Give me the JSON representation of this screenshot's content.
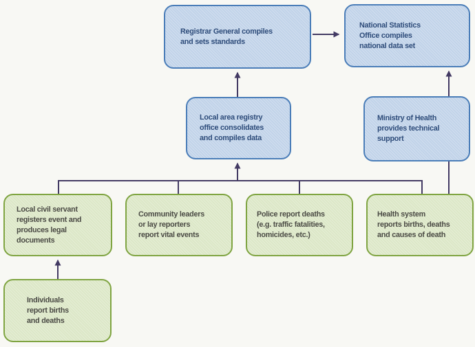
{
  "diagram": {
    "nodes": {
      "registrar_general": {
        "category": "blue",
        "lines": [
          "Registrar General compiles",
          "and sets standards"
        ]
      },
      "national_statistics_office": {
        "category": "blue",
        "lines": [
          "National Statistics",
          "Office compiles",
          "national data set"
        ]
      },
      "local_area_registry": {
        "category": "blue",
        "lines": [
          "Local area registry",
          "office consolidates",
          "and compiles data"
        ]
      },
      "ministry_of_health": {
        "category": "blue",
        "lines": [
          "Ministry of Health",
          "provides technical",
          "support"
        ]
      },
      "local_civil_servant": {
        "category": "green",
        "lines": [
          "Local civil servant",
          "registers event and",
          "produces legal",
          "documents"
        ]
      },
      "community_leaders": {
        "category": "green",
        "lines": [
          "Community leaders",
          "or lay reporters",
          "report vital events"
        ]
      },
      "police": {
        "category": "green",
        "lines": [
          "Police report deaths",
          "(e.g. traffic fatalities,",
          "homicides, etc.)"
        ]
      },
      "health_system": {
        "category": "green",
        "lines": [
          "Health system",
          "reports births, deaths",
          "and causes of death"
        ]
      },
      "individuals": {
        "category": "green",
        "lines": [
          "Individuals",
          "report births",
          "and deaths"
        ]
      }
    },
    "edges": [
      {
        "from": "registrar_general",
        "to": "national_statistics_office",
        "style": "arrow"
      },
      {
        "from": "local_area_registry",
        "to": "registrar_general",
        "style": "arrow"
      },
      {
        "from": "ministry_of_health",
        "to": "national_statistics_office",
        "style": "arrow"
      },
      {
        "from": "ministry_of_health",
        "to": "health_system",
        "style": "line"
      },
      {
        "from": "local_civil_servant",
        "to": "local_area_registry",
        "style": "bus-arrow"
      },
      {
        "from": "community_leaders",
        "to": "local_area_registry",
        "style": "bus-arrow"
      },
      {
        "from": "police",
        "to": "local_area_registry",
        "style": "bus-arrow"
      },
      {
        "from": "health_system",
        "to": "local_area_registry",
        "style": "bus-arrow"
      },
      {
        "from": "individuals",
        "to": "local_civil_servant",
        "style": "arrow"
      }
    ],
    "colors": {
      "blue_fill": "#c1d3e9",
      "blue_border": "#4a7db8",
      "blue_text": "#2e4c7a",
      "green_fill": "#dce7c7",
      "green_border": "#7fa441",
      "green_text": "#4a4a44",
      "connector": "#433a63",
      "background": "#f8f8f4"
    }
  }
}
